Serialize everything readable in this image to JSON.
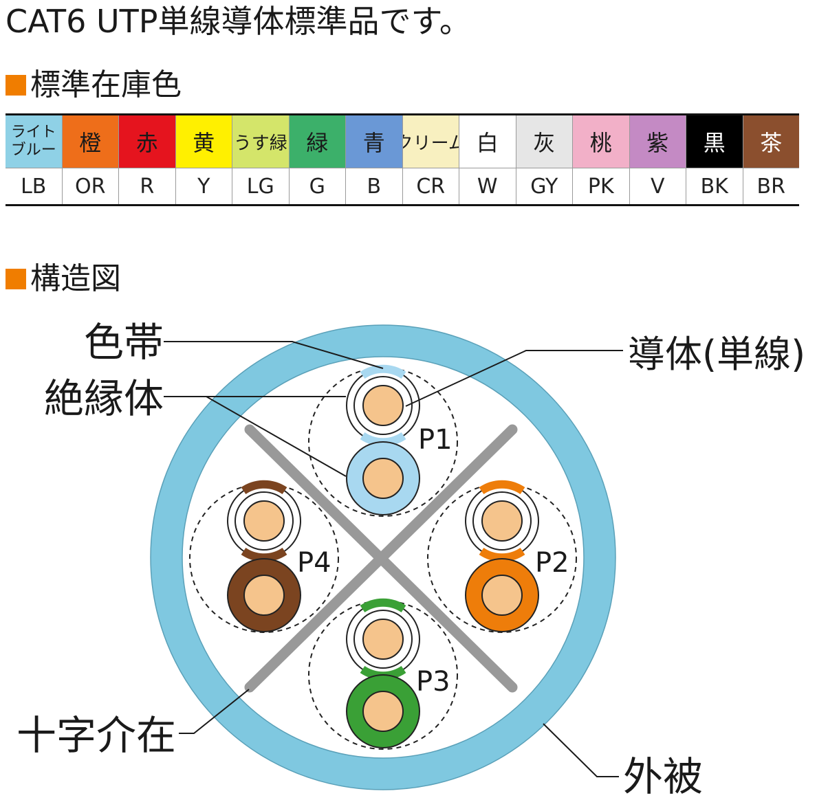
{
  "title": "CAT6 UTP単線導体標準品です。",
  "sections": {
    "colors": "標準在庫色",
    "structure": "構造図"
  },
  "colors": [
    {
      "name": "ライト\nブルー",
      "code": "LB",
      "bg": "#8fd1e6",
      "fg": "#1a1a1a"
    },
    {
      "name": "橙",
      "code": "OR",
      "bg": "#ee6e1a",
      "fg": "#1a1a1a"
    },
    {
      "name": "赤",
      "code": "R",
      "bg": "#e5141e",
      "fg": "#1a1a1a"
    },
    {
      "name": "黄",
      "code": "Y",
      "bg": "#fff000",
      "fg": "#1a1a1a"
    },
    {
      "name": "うす緑",
      "code": "LG",
      "bg": "#d4e56a",
      "fg": "#1a1a1a"
    },
    {
      "name": "緑",
      "code": "G",
      "bg": "#3cb06a",
      "fg": "#1a1a1a"
    },
    {
      "name": "青",
      "code": "B",
      "bg": "#6a98d6",
      "fg": "#1a1a1a"
    },
    {
      "name": "クリーム",
      "code": "CR",
      "bg": "#f8f0c0",
      "fg": "#1a1a1a"
    },
    {
      "name": "白",
      "code": "W",
      "bg": "#ffffff",
      "fg": "#1a1a1a"
    },
    {
      "name": "灰",
      "code": "GY",
      "bg": "#e6e6e6",
      "fg": "#1a1a1a"
    },
    {
      "name": "桃",
      "code": "PK",
      "bg": "#f2b0c8",
      "fg": "#1a1a1a"
    },
    {
      "name": "紫",
      "code": "V",
      "bg": "#c48ac4",
      "fg": "#1a1a1a"
    },
    {
      "name": "黒",
      "code": "BK",
      "bg": "#000000",
      "fg": "#ffffff"
    },
    {
      "name": "茶",
      "code": "BR",
      "bg": "#8b4f2e",
      "fg": "#ffffff"
    }
  ],
  "diagram": {
    "labels": {
      "color_band": "色帯",
      "insulator": "絶縁体",
      "conductor": "導体(単線)",
      "cross_filler": "十字介在",
      "sheath": "外被"
    },
    "pairs": [
      {
        "label": "P1",
        "color": "#a8d8f0"
      },
      {
        "label": "P2",
        "color": "#ee7d0a"
      },
      {
        "label": "P3",
        "color": "#3aa036"
      },
      {
        "label": "P4",
        "color": "#7b4420"
      }
    ],
    "sheath_color": "#7fc8e0",
    "conductor_color": "#f5c48c",
    "filler_color": "#999999"
  }
}
